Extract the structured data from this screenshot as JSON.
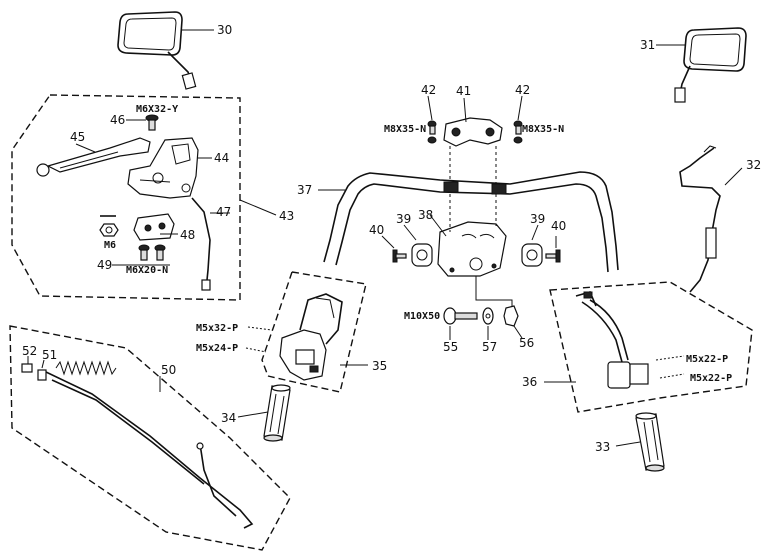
{
  "parts": {
    "p30": "30",
    "p31": "31",
    "p32": "32",
    "p33": "33",
    "p34": "34",
    "p35": "35",
    "p36": "36",
    "p37": "37",
    "p38": "38",
    "p39a": "39",
    "p39b": "39",
    "p40a": "40",
    "p40b": "40",
    "p41": "41",
    "p42a": "42",
    "p42b": "42",
    "p43": "43",
    "p44": "44",
    "p45": "45",
    "p46": "46",
    "p47": "47",
    "p48": "48",
    "p49": "49",
    "p50": "50",
    "p51": "51",
    "p52": "52",
    "p55": "55",
    "p56": "56",
    "p57": "57"
  },
  "specs": {
    "m6x32y": "M6X32-Y",
    "m8x35n_left": "M8X35-N",
    "m8x35n_right": "M8X35-N",
    "m6": "M6",
    "m6x20n": "M6X20-N",
    "m10x50": "M10X50",
    "m5x32p": "M5x32-P",
    "m5x24p": "M5x24-P",
    "m5x22p_a": "M5x22-P",
    "m5x22p_b": "M5x22-P"
  }
}
